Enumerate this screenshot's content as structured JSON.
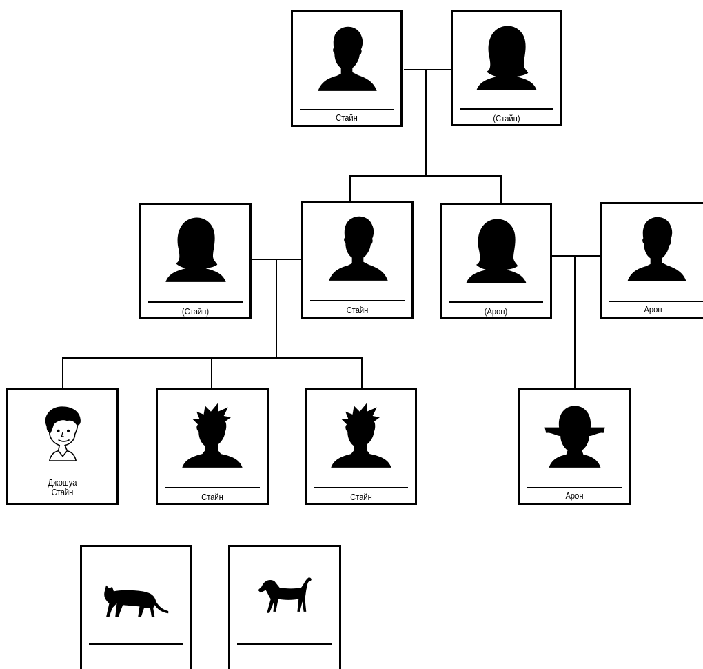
{
  "people": {
    "grandfather": {
      "name": "Стайн",
      "icon": "man-silhouette-icon"
    },
    "grandmother": {
      "name": "(Стайн)",
      "icon": "woman-silhouette-icon"
    },
    "mother": {
      "name": "(Стайн)",
      "icon": "woman-silhouette-icon"
    },
    "father": {
      "name": "Стайн",
      "icon": "man-silhouette-icon"
    },
    "aunt": {
      "name": "(Арон)",
      "icon": "woman-silhouette-icon"
    },
    "uncle": {
      "name": "Арон",
      "icon": "man-silhouette-icon"
    },
    "joshua": {
      "name_line1": "Джошуа",
      "name_line2": "Стайн",
      "icon": "joshua-portrait-icon"
    },
    "brother1": {
      "name": "Стайн",
      "icon": "boy-silhouette-icon"
    },
    "brother2": {
      "name": "Стайн",
      "icon": "boy-silhouette-icon"
    },
    "cousin": {
      "name": "Арон",
      "icon": "girl-silhouette-icon"
    }
  },
  "pets": {
    "cat": {
      "name": "",
      "icon": "cat-silhouette-icon"
    },
    "dog": {
      "name": "",
      "icon": "dog-silhouette-icon"
    }
  }
}
